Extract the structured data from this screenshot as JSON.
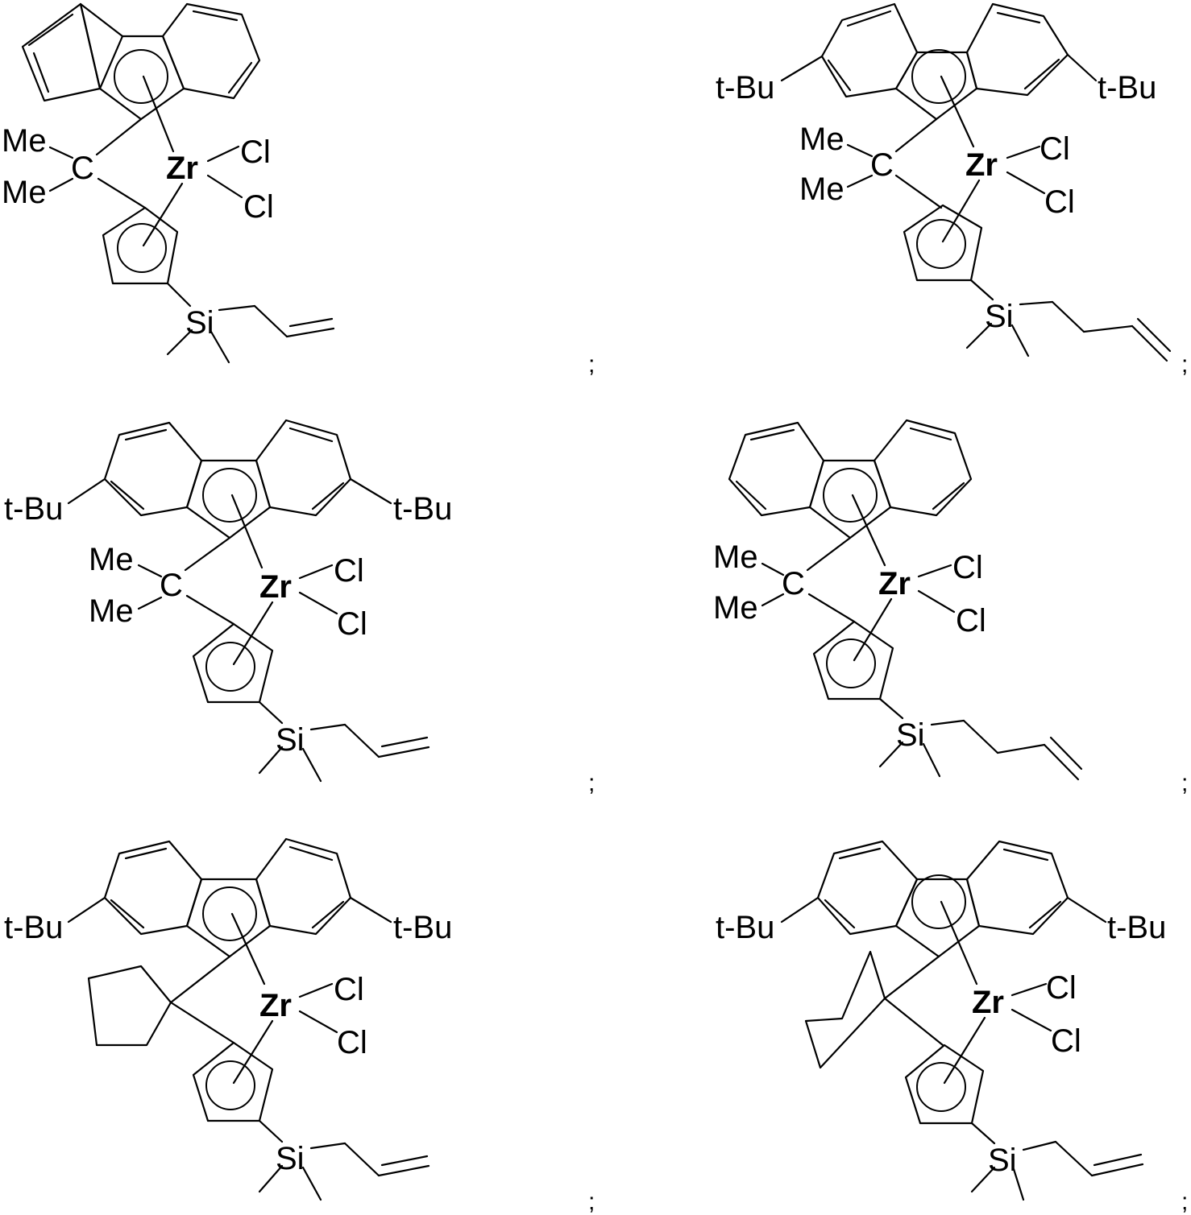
{
  "labels": {
    "me": "Me",
    "c": "C",
    "zr": "Zr",
    "cl": "Cl",
    "si": "Si",
    "tbu": "t-Bu"
  },
  "separator": ";",
  "structures": [
    {
      "substituent": "none",
      "bridge": "CMe2",
      "silyl_chain": "allyl"
    },
    {
      "substituent": "t-Bu",
      "bridge": "CMe2",
      "silyl_chain": "butenyl"
    },
    {
      "substituent": "t-Bu",
      "bridge": "CMe2",
      "silyl_chain": "allyl"
    },
    {
      "substituent": "none",
      "bridge": "CMe2",
      "silyl_chain": "butenyl"
    },
    {
      "substituent": "t-Bu",
      "bridge": "cyclopentylidene",
      "silyl_chain": "allyl"
    },
    {
      "substituent": "t-Bu",
      "bridge": "cyclohexylidene",
      "silyl_chain": "allyl"
    }
  ]
}
